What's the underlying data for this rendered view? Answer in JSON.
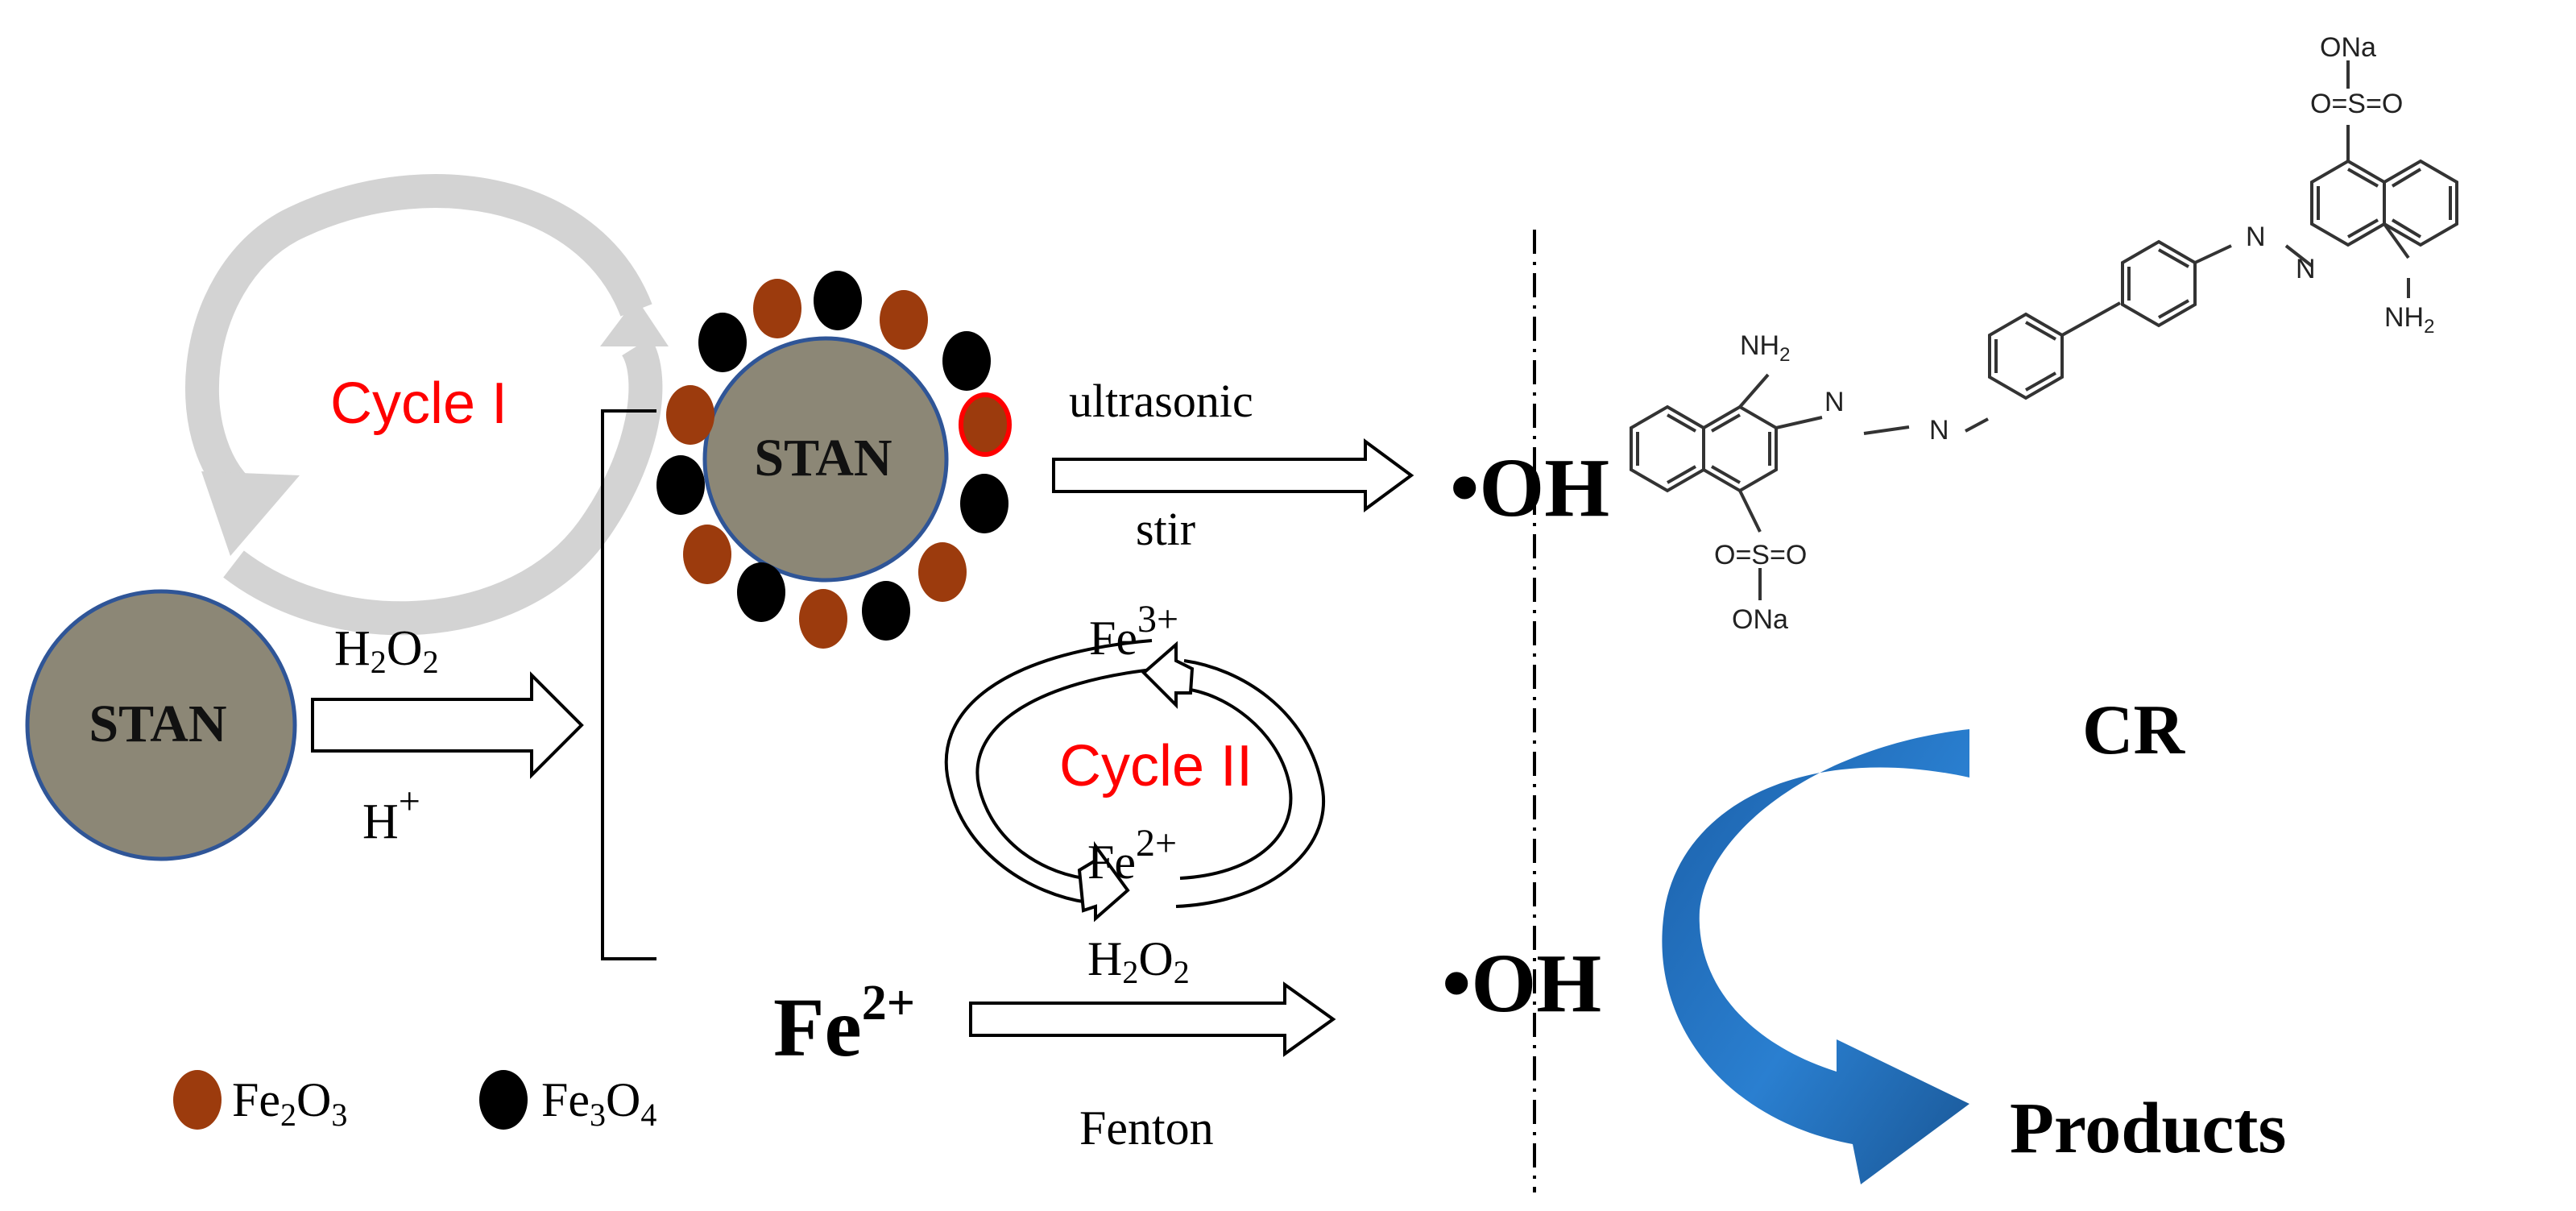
{
  "labels": {
    "cycle1": "Cycle I",
    "cycle2": "Cycle II",
    "stan_small": "STAN",
    "stan_large": "STAN",
    "h2o2_top": "H",
    "h2o2_top_sub2a": "2",
    "h2o2_top_o": "O",
    "h2o2_top_sub2b": "2",
    "h_plus": "H",
    "h_plus_sup": "+",
    "ultrasonic": "ultrasonic",
    "stir": "stir",
    "oh_top": "•OH",
    "oh_bottom": "•OH",
    "fe3_base": "Fe",
    "fe3_sup": "3+",
    "fe2_cycle_base": "Fe",
    "fe2_cycle_sup": "2+",
    "h2o2_bottom": "H",
    "h2o2_bottom_sub2a": "2",
    "h2o2_bottom_o": "O",
    "h2o2_bottom_sub2b": "2",
    "fe2_big_base": "Fe",
    "fe2_big_sup": "2+",
    "fenton": "Fenton",
    "cr": "CR",
    "products": "Products"
  },
  "legend": {
    "fe2o3_base": "Fe",
    "fe2o3_sub1": "2",
    "fe2o3_o": "O",
    "fe2o3_sub2": "3",
    "fe3o4_base": "Fe",
    "fe3o4_sub1": "3",
    "fe3o4_o": "O",
    "fe3o4_sub2": "4"
  },
  "molecule": {
    "nh2_left_base": "NH",
    "nh2_left_sub": "2",
    "nh2_right_base": "NH",
    "nh2_right_sub": "2",
    "n_a1": "N",
    "n_a2": "N",
    "n_b1": "N",
    "n_b2": "N",
    "so3_left": "O=S=O",
    "ona_left": "ONa",
    "so3_right": "O=S=O",
    "ona_right": "ONa"
  },
  "colors": {
    "stan_fill": "#8c8776",
    "stan_stroke": "#2f5597",
    "fe2o3": "#9c3b0d",
    "fe3o4": "#000000",
    "cycle_label": "#ff0000",
    "arc_gray": "#d3d3d3",
    "blue_arrow": "#1f6db5"
  }
}
